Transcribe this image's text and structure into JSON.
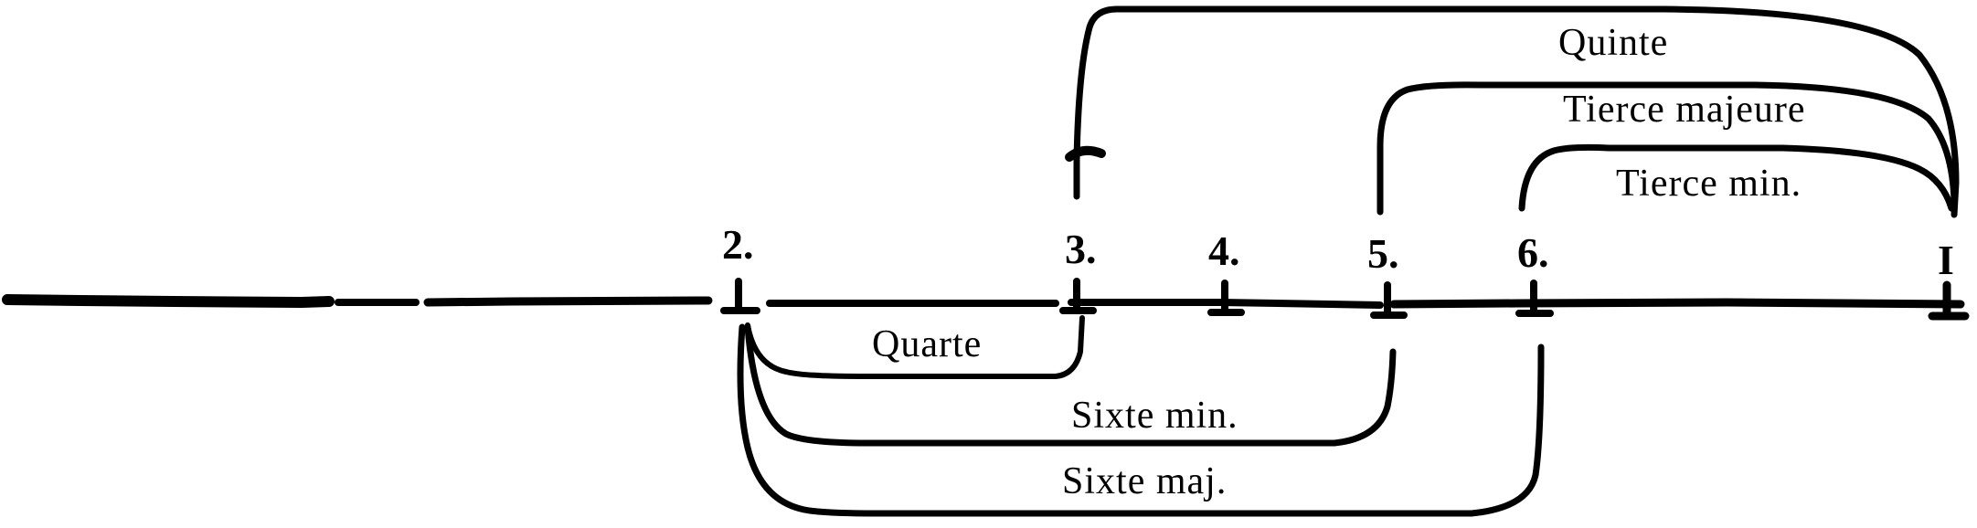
{
  "diagram": {
    "numbers": {
      "n2": "2.",
      "n3": "3.",
      "n4": "4.",
      "n5": "5.",
      "n6": "6.",
      "n1": "I"
    },
    "intervals_above": {
      "quinte": "Quinte",
      "tierce_majeure": "Tierce majeure",
      "tierce_min": "Tierce min."
    },
    "intervals_below": {
      "quarte": "Quarte",
      "sixte_min": "Sixte min.",
      "sixte_maj": "Sixte maj."
    },
    "ink_color": "#000000",
    "paper_color": "#ffffff"
  }
}
